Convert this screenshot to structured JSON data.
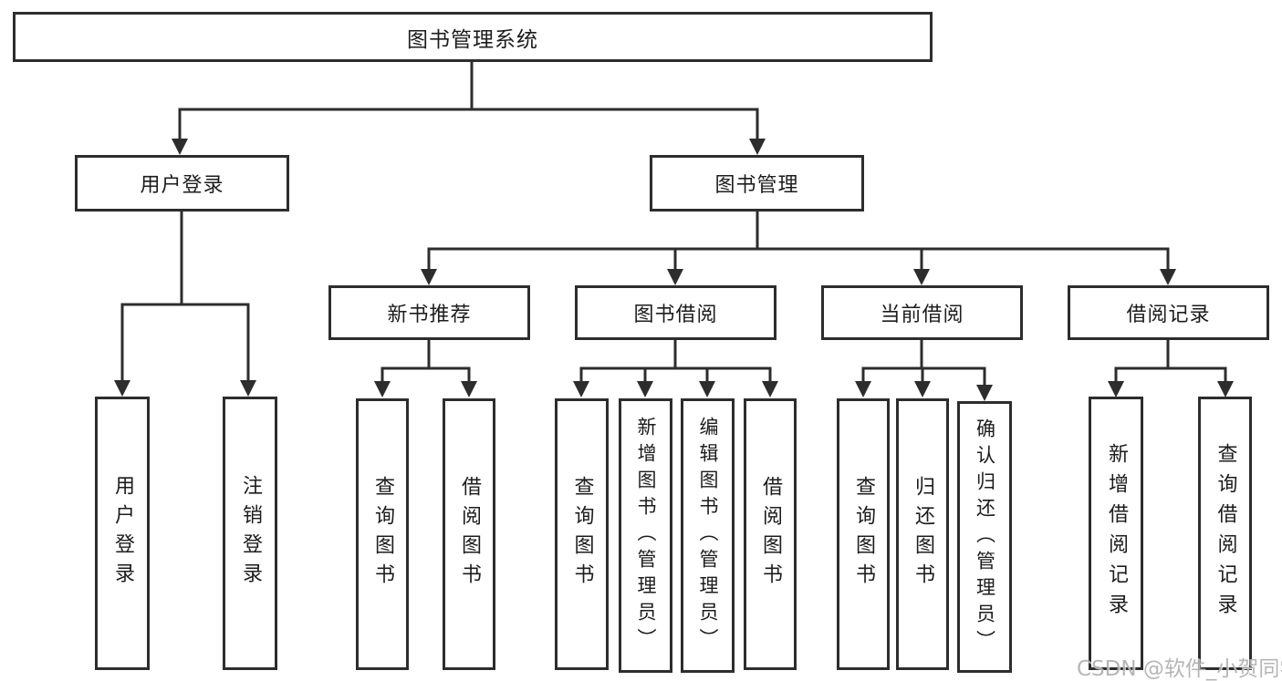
{
  "diagram": {
    "root": {
      "label": "图书管理系统"
    },
    "branches": [
      {
        "label": "用户登录",
        "leaves": [
          {
            "label": "用户登录"
          },
          {
            "label": "注销登录"
          }
        ]
      },
      {
        "label": "图书管理",
        "groups": [
          {
            "label": "新书推荐",
            "leaves": [
              {
                "label": "查询图书"
              },
              {
                "label": "借阅图书"
              }
            ]
          },
          {
            "label": "图书借阅",
            "leaves": [
              {
                "label": "查询图书"
              },
              {
                "label": "新增图书（管理员）"
              },
              {
                "label": "编辑图书（管理员）"
              },
              {
                "label": "借阅图书"
              }
            ]
          },
          {
            "label": "当前借阅",
            "leaves": [
              {
                "label": "查询图书"
              },
              {
                "label": "归还图书"
              },
              {
                "label": "确认归还（管理员）"
              }
            ]
          },
          {
            "label": "借阅记录",
            "leaves": [
              {
                "label": "新增借阅记录"
              },
              {
                "label": "查询借阅记录"
              }
            ]
          }
        ]
      }
    ]
  },
  "watermark": {
    "text": "CSDN @软件_小贺同学"
  },
  "colors": {
    "line": "#2d2d2d",
    "text": "#1c1c1c",
    "background": "#ffffff",
    "watermark": "#b0b0b0"
  }
}
